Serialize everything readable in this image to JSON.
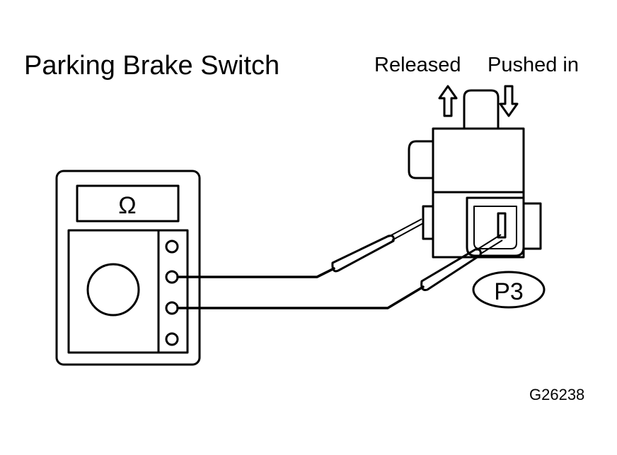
{
  "title": "Parking Brake Switch",
  "switch": {
    "released_label": "Released",
    "pushed_label": "Pushed in",
    "connector_label": "P3"
  },
  "meter": {
    "display_symbol": "Ω"
  },
  "figure_id": "G26238"
}
